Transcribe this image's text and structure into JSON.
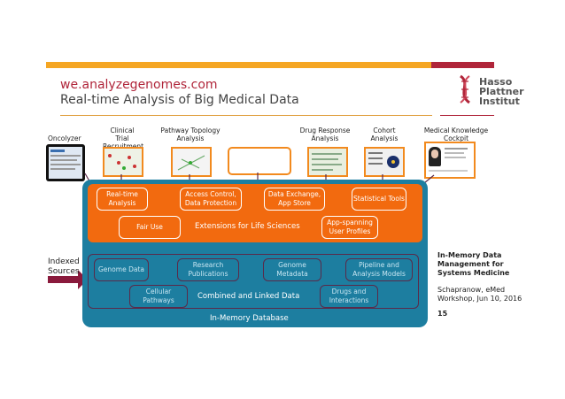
{
  "header": {
    "url": "we.analyzegenomes.com",
    "subtitle": "Real-time Analysis of Big Medical Data",
    "logo_lines": [
      "Hasso",
      "Plattner",
      "Institut"
    ],
    "brand_colors": {
      "yellow": "#f5a623",
      "red": "#b0253a"
    }
  },
  "apps": [
    {
      "label": "Oncolyzer"
    },
    {
      "label": "Clinical Trial Recruitment"
    },
    {
      "label": "Pathway Topology Analysis"
    },
    {
      "label": ""
    },
    {
      "label": "Drug Response Analysis"
    },
    {
      "label": "Cohort Analysis"
    },
    {
      "label": "Medical Knowledge Cockpit"
    }
  ],
  "extensions": {
    "title": "Extensions for Life Sciences",
    "boxes": [
      "Real-time Analysis",
      "Access Control, Data Protection",
      "Data Exchange, App Store",
      "Statistical Tools",
      "Fair Use",
      "App-spanning User Profiles"
    ],
    "color": "#f26a0f"
  },
  "linked": {
    "title": "Combined and Linked Data",
    "boxes": [
      "Genome Data",
      "Research Publications",
      "Genome Metadata",
      "Pipeline and Analysis Models",
      "Cellular Pathways",
      "Drugs and Interactions"
    ]
  },
  "database": {
    "title": "In-Memory Database",
    "color": "#1d7ea0"
  },
  "indexed_sources": "Indexed Sources",
  "side": {
    "title": "In-Memory Data Management for Systems Medicine",
    "text": "Schapranow, eMed Workshop, Jun 10, 2016",
    "page": "15"
  }
}
